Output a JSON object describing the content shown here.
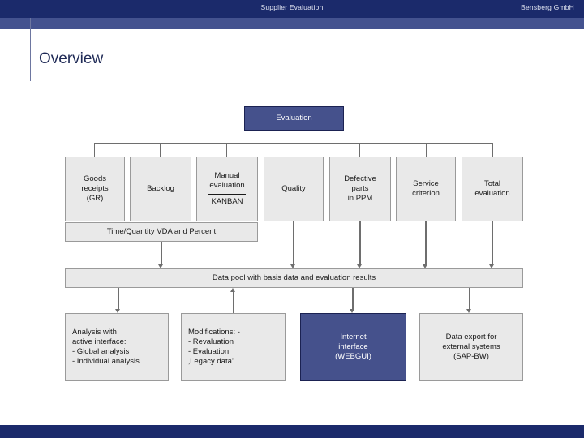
{
  "header": {
    "title": "Supplier Evaluation",
    "company": "Bensberg GmbH"
  },
  "page": {
    "title": "Overview"
  },
  "diagram": {
    "root": {
      "label": "Evaluation"
    },
    "criteria": [
      {
        "label": "Goods\nreceipts\n(GR)"
      },
      {
        "label": "Backlog"
      },
      {
        "label_top": "Manual\nevaluation",
        "label_bottom": "KANBAN"
      },
      {
        "label": "Quality"
      },
      {
        "label": "Defective\nparts\nin PPM"
      },
      {
        "label": "Service\ncriterion"
      },
      {
        "label": "Total\nevaluation"
      }
    ],
    "subbar": {
      "label": "Time/Quantity VDA and Percent"
    },
    "pool": {
      "label": "Data pool with basis data and evaluation results"
    },
    "outputs": [
      {
        "label": "Analysis with\nactive interface:\n- Global analysis\n- Individual analysis",
        "align": "left",
        "style": "gray"
      },
      {
        "label": "Modifications: -\n- Revaluation\n- Evaluation\n  ‚Legacy data’",
        "align": "left",
        "style": "gray"
      },
      {
        "label": "Internet\ninterface\n(WEBGUI)",
        "align": "center",
        "style": "blue"
      },
      {
        "label": "Data export for\nexternal systems\n(SAP-BW)",
        "align": "center",
        "style": "gray"
      }
    ]
  },
  "colors": {
    "brand_dark": "#1b2a6b",
    "brand_light": "#44528f",
    "node_blue": "#45518c",
    "node_gray": "#e9e9e9",
    "line": "#6e6e6e"
  }
}
